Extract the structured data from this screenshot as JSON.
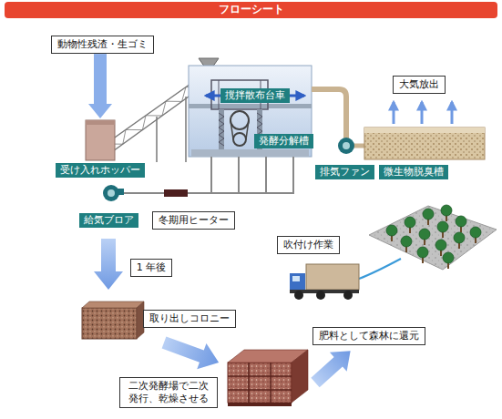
{
  "diagram": {
    "title": "フローシート",
    "nodes": [
      {
        "text": [
          "動物性残渣・生ゴミ"
        ]
      },
      {
        "text": [
          "撹拌散布台車"
        ]
      },
      {
        "text": [
          "大気放出"
        ]
      },
      {
        "text": [
          "発酵分解槽"
        ]
      },
      {
        "text": [
          "受け入れホッパー"
        ]
      },
      {
        "text": [
          "排気ファン"
        ]
      },
      {
        "text": [
          "微生物脱臭槽"
        ]
      },
      {
        "text": [
          "給気ブロア"
        ]
      },
      {
        "text": [
          "冬期用ヒーター"
        ]
      },
      {
        "text": [
          "吹付け作業"
        ]
      },
      {
        "text": [
          "1 年後"
        ]
      },
      {
        "text": [
          "取り出しコロニー"
        ]
      },
      {
        "text": [
          "肥料として森林に還元"
        ]
      },
      {
        "text": [
          "二次発酵場で二次 発行、乾燥させる"
        ]
      }
    ],
    "edges": [
      {
        "from": 0,
        "to": 4,
        "arrow": "to"
      }
    ]
  }
}
